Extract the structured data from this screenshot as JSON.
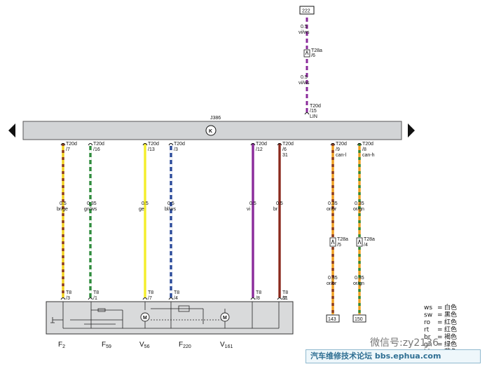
{
  "top_connector": {
    "num": "222"
  },
  "lin_top": {
    "seg1": {
      "gauge": "0.5",
      "color": "vi/ws"
    },
    "conn": {
      "name": "T28a",
      "pin": "/6"
    },
    "seg2": {
      "gauge": "0.5",
      "color": "vi/ws"
    },
    "module_pin": {
      "name": "T20d",
      "pin": "/15",
      "signal": "LIN"
    }
  },
  "module": {
    "name": "J386",
    "symbol": "K"
  },
  "wires": [
    {
      "id": "w7",
      "pin_name": "T20d",
      "pin": "/7",
      "sub": "",
      "gauge": "0.5",
      "color": "br/ge",
      "bottom_name": "T8",
      "bottom_pin": "/3",
      "c1": "#f2d21f",
      "c2": "#8b3a1e"
    },
    {
      "id": "w16",
      "pin_name": "T20d",
      "pin": "/16",
      "sub": "",
      "gauge": "0.35",
      "color": "gn/ws",
      "bottom_name": "T8",
      "bottom_pin": "/1",
      "c1": "#2e8b3c",
      "c2": "#ffffff"
    },
    {
      "id": "w13",
      "pin_name": "T20d",
      "pin": "/13",
      "sub": "",
      "gauge": "0.5",
      "color": "ge",
      "bottom_name": "T8",
      "bottom_pin": "/7",
      "c1": "#f4ee2a",
      "c2": "#f4ee2a"
    },
    {
      "id": "w3",
      "pin_name": "T20d",
      "pin": "/3",
      "sub": "",
      "gauge": "0.5",
      "color": "bl/ws",
      "bottom_name": "T8",
      "bottom_pin": "/4",
      "c1": "#2a4a9a",
      "c2": "#ffffff"
    },
    {
      "id": "w12",
      "pin_name": "T20d",
      "pin": "/12",
      "sub": "",
      "gauge": "0.5",
      "color": "vi",
      "bottom_name": "T8",
      "bottom_pin": "/8",
      "c1": "#8a2a9a",
      "c2": "#8a2a9a"
    },
    {
      "id": "w6",
      "pin_name": "T20d",
      "pin": "/6",
      "sub": "31",
      "gauge": "0.5",
      "color": "br",
      "bottom_name": "T8",
      "bottom_pin": "/2",
      "c1": "#8b2a1e",
      "c2": "#8b2a1e"
    }
  ],
  "can_wires": [
    {
      "id": "can_l",
      "pin_name": "T20d",
      "pin": "/9",
      "signal": "can-l",
      "gauge1": "0.35",
      "color1": "or/br",
      "conn_name": "T28a",
      "conn_pin": "/5",
      "gauge2": "0.35",
      "color2": "or/br",
      "end": "143",
      "c1": "#f0a020",
      "c2": "#8b3a1e"
    },
    {
      "id": "can_h",
      "pin_name": "T20d",
      "pin": "/8",
      "signal": "can-h",
      "gauge1": "0.35",
      "color1": "or/gn",
      "conn_name": "T28a",
      "conn_pin": "/4",
      "gauge2": "0.35",
      "color2": "or/gn",
      "end": "150",
      "c1": "#f0a020",
      "c2": "#2e8b3c"
    }
  ],
  "bottom_extra_pin": "31",
  "components": [
    {
      "label": "F",
      "sub": "2"
    },
    {
      "label": "F",
      "sub": "59"
    },
    {
      "label": "V",
      "sub": "56"
    },
    {
      "label": "F",
      "sub": "220"
    },
    {
      "label": "V",
      "sub": "161"
    }
  ],
  "legend": [
    {
      "code": "ws",
      "name": "白色"
    },
    {
      "code": "sw",
      "name": "黑色"
    },
    {
      "code": "ro",
      "name": "红色"
    },
    {
      "code": "rt",
      "name": "红色"
    },
    {
      "code": "br",
      "name": "褐色"
    },
    {
      "code": "gn",
      "name": "绿色"
    },
    {
      "code": "bl",
      "name": "蓝色"
    }
  ],
  "watermark_text": "汽车维修技术论坛 bbs.ephua.com",
  "wechat_text": "微信号:zy2136"
}
